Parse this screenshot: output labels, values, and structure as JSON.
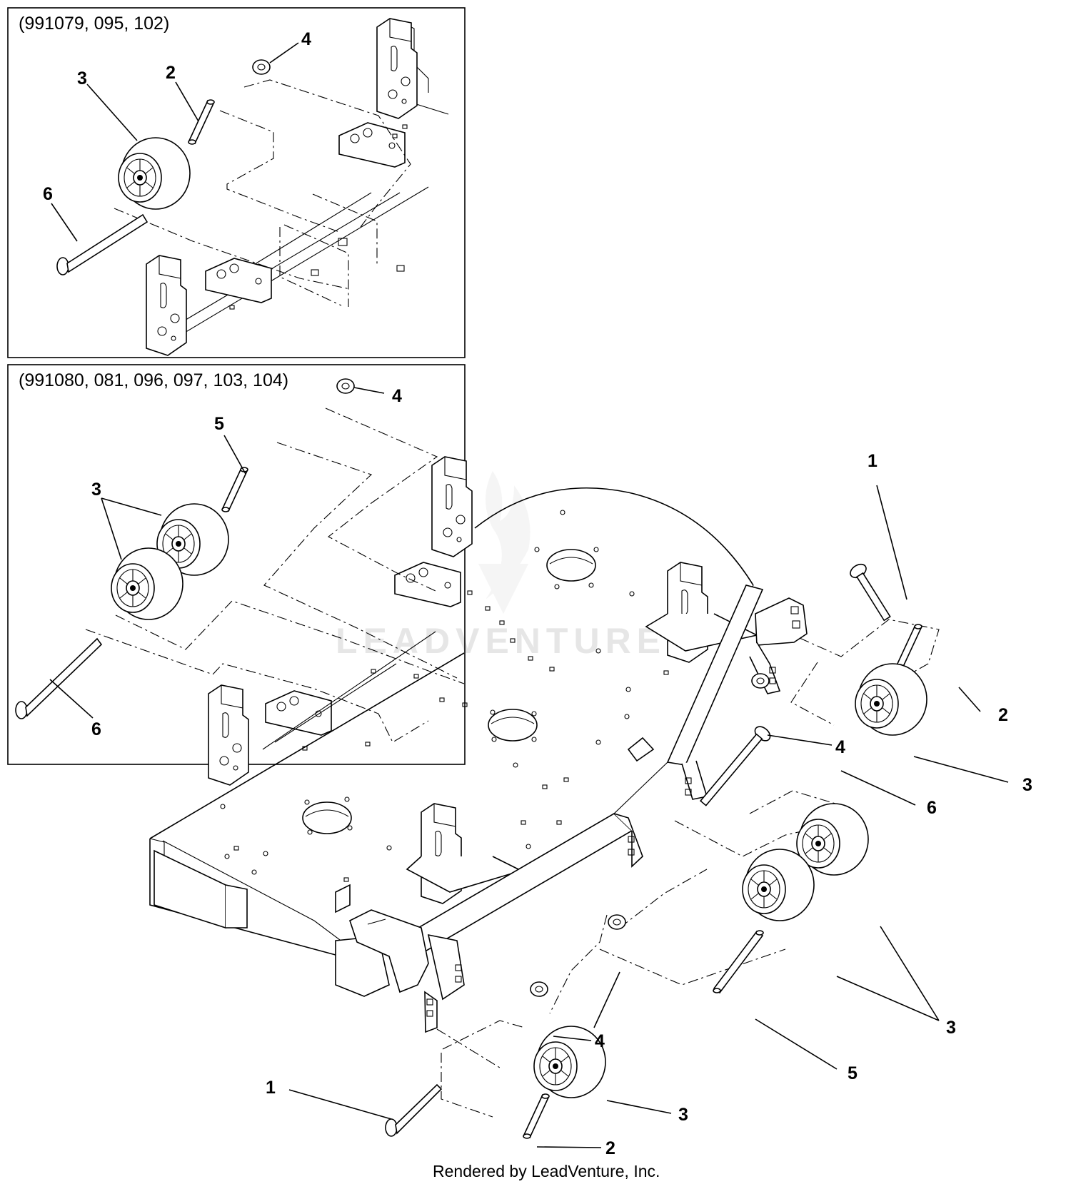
{
  "insets": [
    {
      "caption": "(991079, 095, 102)"
    },
    {
      "caption": "(991080, 081, 096, 097, 103, 104)"
    }
  ],
  "callouts": {
    "inset1_4": "4",
    "inset1_2": "2",
    "inset1_3": "3",
    "inset1_6": "6",
    "inset2_4": "4",
    "inset2_5": "5",
    "inset2_3": "3",
    "inset2_6": "6",
    "main_1_top": "1",
    "main_2_right": "2",
    "main_4_right": "4",
    "main_3_right": "3",
    "main_6_right": "6",
    "main_3_pair": "3",
    "main_5_bottom": "5",
    "main_4_bottom": "4",
    "main_1_bottom": "1",
    "main_3_bottom": "3",
    "main_2_bottom": "2"
  },
  "watermark": "LEADVENTURE",
  "footer": "Rendered by LeadVenture, Inc.",
  "colors": {
    "line": "#000000",
    "background": "#ffffff",
    "watermark": "#e6e6e6"
  }
}
